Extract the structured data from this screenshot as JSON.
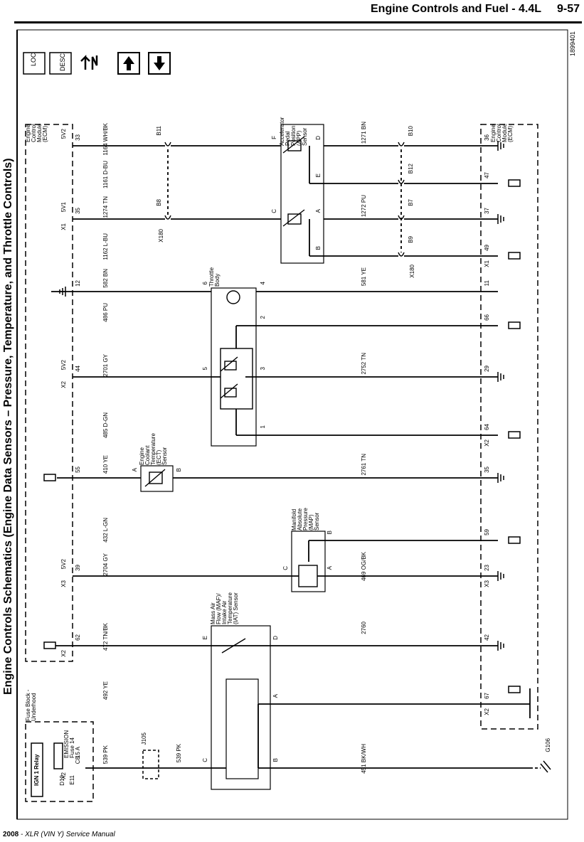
{
  "header": {
    "title": "Engine Controls and Fuel - 4.4L",
    "page_number": "9-57"
  },
  "doc_id": "1899401",
  "side_title": "Engine Controls Schematics (Engine Data Sensors – Pressure, Temperature, and Throttle Controls)",
  "footer": {
    "year": "2008",
    "manual": " - XLR (VIN Y) Service Manual"
  },
  "nav_icons": [
    {
      "icon": "loc-icon",
      "text": "LOC"
    },
    {
      "icon": "desc-icon",
      "text": "DESC"
    },
    {
      "icon": "symptom-icon",
      "text": ""
    },
    {
      "icon": "arrow-up-icon",
      "text": ""
    },
    {
      "icon": "arrow-down-icon",
      "text": ""
    }
  ],
  "labels": {
    "ecm_left": [
      "Engine",
      "Control",
      "Module",
      "(ECM)"
    ],
    "ecm_right": [
      "Engine",
      "Control",
      "Module",
      "(ECM)"
    ],
    "app_sensor": [
      "Accelerator",
      "Pedal",
      "Position",
      "(APP)",
      "Sensor"
    ],
    "throttle_body": [
      "Throttle",
      "Body"
    ],
    "ect_sensor": [
      "Engine",
      "Coolant",
      "Temperature",
      "(ECT)",
      "Sensor"
    ],
    "map_sensor": [
      "Manifold",
      "Absolute",
      "Pressure",
      "(MAP)",
      "Sensor"
    ],
    "maf_sensor": [
      "Mass Air",
      "Flow (MAF)/",
      "Intake Air",
      "Temperature",
      "(IAT) Sensor"
    ],
    "fuse_block": [
      "Fuse Block -",
      "Underhood"
    ],
    "relay": "IGN 1 Relay",
    "fuse": [
      "EMISSION",
      "Fuse 14",
      "15 A"
    ],
    "ground": "G106",
    "splice": "J105",
    "x180_a": "X180",
    "x180_b": "X180"
  },
  "wires": [
    {
      "circuit": "1164",
      "color": "WH/BK",
      "left_pin": "33",
      "right_pin": "36",
      "conn_left": "B11",
      "comp_a": "F",
      "comp_b": "D",
      "conn_right": "B10",
      "circuit_r": "1271",
      "color_r": "BN",
      "ref": "5V2"
    },
    {
      "circuit": "1161",
      "color": "D-BU",
      "right_pin": "47",
      "comp_b": "E",
      "conn_right": "B12"
    },
    {
      "circuit": "1274",
      "color": "TN",
      "left_pin": "35",
      "right_pin": "37",
      "conn_left": "B8",
      "comp_a": "C",
      "comp_b": "A",
      "conn_right": "B7",
      "circuit_r": "1272",
      "color_r": "PU",
      "ref": "5V1",
      "conn": "X1"
    },
    {
      "circuit": "1162",
      "color": "L-BU",
      "right_pin": "49",
      "comp_b": "B",
      "conn_right": "B9",
      "conn_r": "X1"
    },
    {
      "circuit": "582",
      "color": "BN",
      "left_pin": "12",
      "right_pin": "11",
      "comp_a": "6",
      "comp_b": "4",
      "circuit_r": "581",
      "color_r": "YE"
    },
    {
      "circuit": "486",
      "color": "PU",
      "right_pin": "66",
      "comp_b": "2"
    },
    {
      "circuit": "2701",
      "color": "GY",
      "left_pin": "44",
      "right_pin": "29",
      "comp_a": "5",
      "comp_b": "3",
      "circuit_r": "2752",
      "color_r": "TN",
      "ref": "5V2",
      "conn": "X2"
    },
    {
      "circuit": "485",
      "color": "D-GN",
      "right_pin": "64",
      "comp_b": "1",
      "conn_r": "X2"
    },
    {
      "circuit": "410",
      "color": "YE",
      "left_pin": "55",
      "right_pin": "35",
      "comp_a": "A",
      "comp_b": "B",
      "circuit_r": "2761",
      "color_r": "TN"
    },
    {
      "circuit": "432",
      "color": "L-GN",
      "right_pin": "59",
      "comp_b": "B"
    },
    {
      "circuit": "2704",
      "color": "GY",
      "left_pin": "39",
      "right_pin": "23",
      "comp_a": "C",
      "comp_b": "A",
      "circuit_r": "469",
      "color_r": "OG/BK",
      "ref": "5V2",
      "conn": "X3",
      "conn_r": "X3"
    },
    {
      "circuit": "472",
      "color": "TN/BK",
      "left_pin": "62",
      "right_pin": "42",
      "comp_a": "E",
      "comp_b": "D",
      "circuit_r": "2760",
      "color_r": "",
      "conn": "X2"
    },
    {
      "circuit": "492",
      "color": "YE",
      "right_pin": "67",
      "comp_b": "A",
      "conn_r": "X2"
    },
    {
      "circuit": "539",
      "color": "PK",
      "left_pin": "C8",
      "comp_a": "C",
      "comp_b": "B",
      "circuit_r": "451",
      "color_r": "BK/WH",
      "circuit_m": "539",
      "color_m": "PK",
      "conn": "X2",
      "fuse_pins": [
        "D10",
        "E11"
      ]
    }
  ]
}
